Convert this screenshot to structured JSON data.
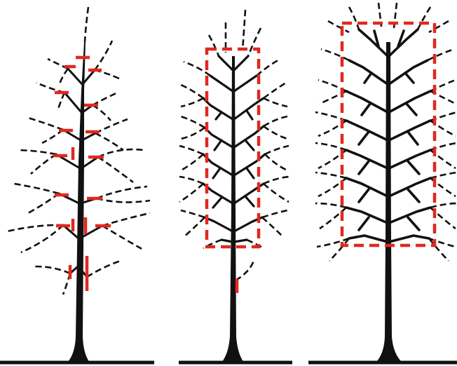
{
  "colors": {
    "background": "#ffffff",
    "tree": "#111111",
    "pruning_marks": "#e0281f"
  },
  "stages": [
    {
      "id": "young-tree",
      "marks": "pruning-cut-marks"
    },
    {
      "id": "developing-tree",
      "marks": "dashed-crown-outline"
    },
    {
      "id": "mature-tree",
      "marks": "dashed-crown-outline"
    }
  ]
}
